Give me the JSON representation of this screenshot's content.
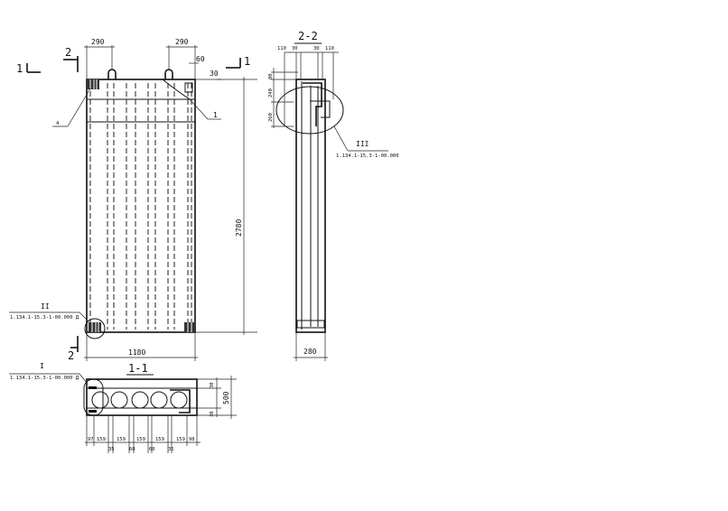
{
  "plan": {
    "dim_top_left": "290",
    "dim_top_right": "290",
    "dim_60": "60",
    "dim_30": "30",
    "dim_height": "2780",
    "dim_width": "1180",
    "callout_left": "4",
    "callout_right": "1",
    "section_1_left": "1",
    "section_1_right": "1",
    "section_2_top": "2",
    "section_2_bottom": "2",
    "node_ii": {
      "label": "II",
      "ref": "1.134.1-15.3-1-00.000 Д"
    }
  },
  "section_2_2": {
    "title": "2-2",
    "dims_top": [
      "110",
      "30",
      "30",
      "110"
    ],
    "dims_left": [
      "80",
      "240",
      "260"
    ],
    "dim_width": "280",
    "node_iii": {
      "label": "III",
      "ref": "1.134.1-15.3-1-00.000"
    }
  },
  "section_1_1": {
    "title": "1-1",
    "node_i": {
      "label": "I",
      "ref": "1.134.1-15.3-1-00.000 Д"
    },
    "dims_bottom_row1": [
      "97",
      "159",
      "159",
      "159",
      "159",
      "159",
      "98"
    ],
    "dims_bottom_row2": [
      "35",
      "60",
      "60",
      "35"
    ],
    "dims_right": [
      "30",
      "500",
      "30"
    ]
  }
}
